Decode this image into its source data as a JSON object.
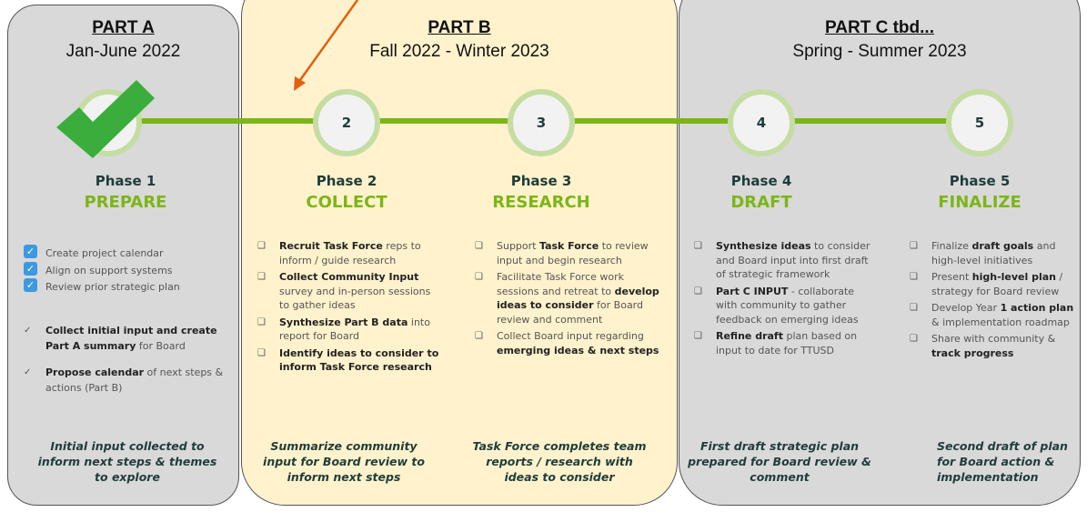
{
  "parts": [
    {
      "title": "PART A",
      "subtitle": "Jan-June 2022"
    },
    {
      "title": "PART B",
      "subtitle": "Fall 2022 - Winter 2023"
    },
    {
      "title": "PART C tbd...",
      "subtitle": "Spring - Summer 2023"
    }
  ],
  "phases": [
    {
      "number": "",
      "label": "Phase 1",
      "name": "PREPARE",
      "done": true
    },
    {
      "number": "2",
      "label": "Phase 2",
      "name": "COLLECT"
    },
    {
      "number": "3",
      "label": "Phase 3",
      "name": "RESEARCH"
    },
    {
      "number": "4",
      "label": "Phase 4",
      "name": "DRAFT"
    },
    {
      "number": "5",
      "label": "Phase 5",
      "name": "FINALIZE"
    }
  ],
  "lists": {
    "p1_checked": [
      "Create project calendar",
      "Align on support systems",
      "Review prior strategic plan"
    ],
    "p1_ticks": [
      {
        "bold": "Collect initial input and create Part A summary",
        "rest": " for  Board"
      },
      {
        "bold": "Propose calendar",
        "rest": " of next steps & actions (Part B)"
      }
    ],
    "p2": [
      {
        "bold": "Recruit Task Force",
        "rest": " reps to inform / guide research"
      },
      {
        "bold": "Collect Community Input",
        "rest": " survey and in-person sessions to gather ideas"
      },
      {
        "bold": "Synthesize  Part  B data",
        "rest": " into report for  Board"
      },
      {
        "bold": "Identify ideas to consider to inform Task Force research",
        "rest": ""
      }
    ],
    "p3": [
      {
        "pre": "Support ",
        "bold": "Task  Force",
        "rest": " to review input and begin research"
      },
      {
        "pre": "Facilitate Task Force work sessions and retreat to ",
        "bold": "develop ideas to consider",
        "rest": " for Board review and comment"
      },
      {
        "pre": "Collect Board input regarding ",
        "bold": "emerging ideas & next steps",
        "rest": ""
      }
    ],
    "p4": [
      {
        "pre": "",
        "bold": "Synthesize ideas",
        "rest": " to consider and  Board input into first draft of strategic framework"
      },
      {
        "pre": "",
        "bold": "Part C INPUT",
        "rest": " - collaborate with community to gather feedback on emerging ideas"
      },
      {
        "pre": "",
        "bold": "Refine draft",
        "rest": " plan based on input to date for TTUSD"
      }
    ],
    "p5": [
      {
        "pre": "Finalize ",
        "bold": "draft goals",
        "rest": " and high-level initiatives"
      },
      {
        "pre": "Present ",
        "bold": "high-level plan",
        "rest": " / strategy for  Board review"
      },
      {
        "pre": "Develop Year ",
        "bold": "1 action plan",
        "rest": " & implementation roadmap"
      },
      {
        "pre": "Share with community & ",
        "bold": "track progress",
        "rest": ""
      }
    ]
  },
  "summaries": {
    "p1": "Initial input collected to inform next steps & themes to explore",
    "p2": "Summarize community input for Board review to inform next steps",
    "p3": "Task Force completes team reports / research with ideas to consider",
    "p4": "First draft strategic plan prepared for Board review & comment",
    "p5": "Second draft of plan for Board action & implementation"
  },
  "colors": {
    "accent_green": "#7cb518",
    "dark_teal": "#1f3d3a",
    "arrow_orange": "#e2600f",
    "part_b_bg": "#fff2cc",
    "panel_gray": "#d9d9d9"
  }
}
